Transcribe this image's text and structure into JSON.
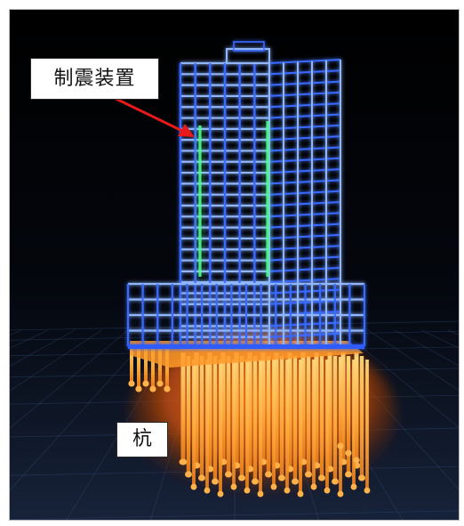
{
  "labels": {
    "damper": "制震装置",
    "pile": "杭"
  },
  "colors": {
    "background_top": "#000000",
    "background_bottom": "#17233a",
    "frame_blue": "#3a6bff",
    "frame_blue_light": "#8fb6ff",
    "damper_green": "#4bff8a",
    "pile_orange": "#ffb24a",
    "pile_glow": "#ff6a10",
    "arrow_red": "#e61a1a"
  },
  "icons": {
    "building": "3d-steel-frame-tower",
    "piles": "foundation-pile-array",
    "arrow": "red-pointer-arrow"
  }
}
